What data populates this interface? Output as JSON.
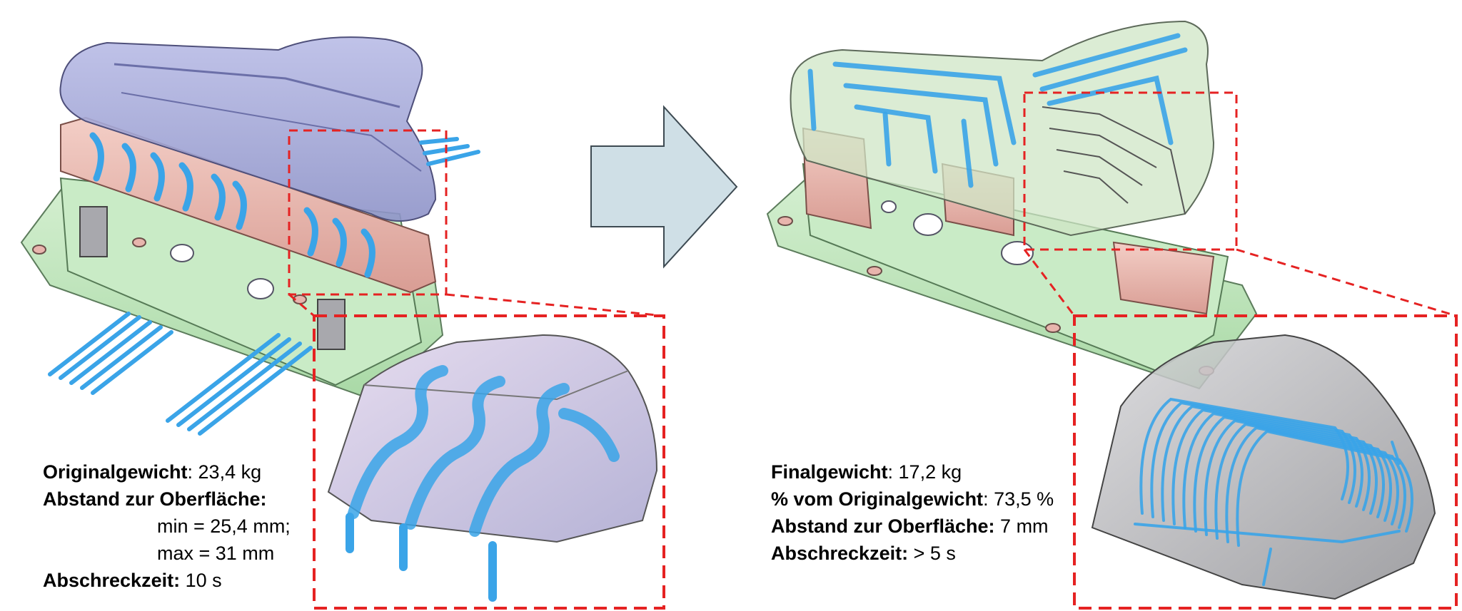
{
  "original": {
    "weight_label": "Originalgewicht",
    "weight_value": ": 23,4 kg",
    "distance_label": "Abstand zur Oberfläche:",
    "distance_min": "min = 25,4 mm;",
    "distance_max": "max = 31 mm",
    "quench_label": "Abschreckzeit:",
    "quench_value": " 10 s"
  },
  "final": {
    "weight_label": "Finalgewicht",
    "weight_value": ": 17,2 kg",
    "percent_label": "% vom Originalgewicht",
    "percent_value": ": 73,5 %",
    "distance_label": "Abstand zur Oberfläche:",
    "distance_value": " 7 mm",
    "quench_label": "Abschreckzeit:",
    "quench_value": " > 5 s"
  },
  "colors": {
    "highlight_box": "#e52222",
    "arrow_fill": "#cfdfe6",
    "cooling_channel": "#3aa4e8",
    "base_plate": "#bfe6bf",
    "insert_pink": "#e8b5ad",
    "cover_purple": "#9ea4d3",
    "detail_grey": "#b5b5b8"
  }
}
